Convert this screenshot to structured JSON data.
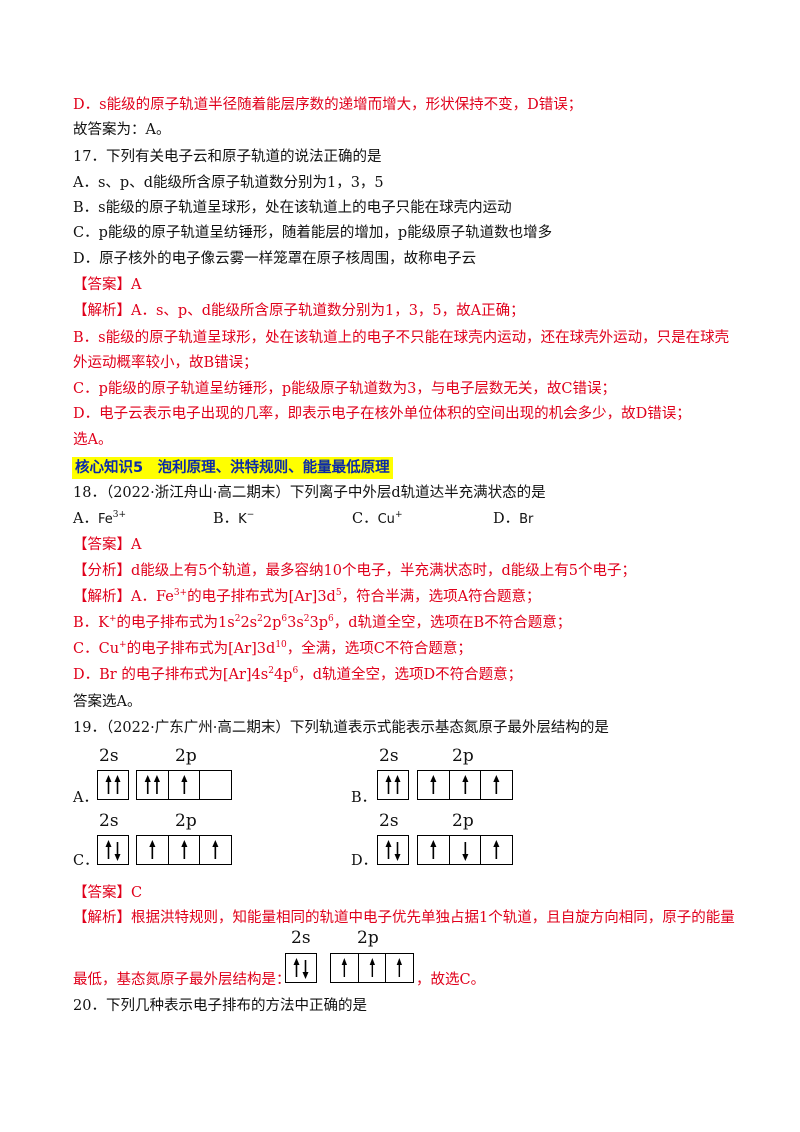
{
  "top": {
    "d_line": "D．s能级的原子轨道半径随着能层序数的递增而增大，形状保持不变，D错误；",
    "answer_line": "故答案为：A。"
  },
  "q17": {
    "stem": "17．下列有关电子云和原子轨道的说法正确的是",
    "a": "A．s、p、d能级所含原子轨道数分别为1，3，5",
    "b": "B．s能级的原子轨道呈球形，处在该轨道上的电子只能在球壳内运动",
    "c": "C．p能级的原子轨道呈纺锤形，随着能层的增加，p能级原子轨道数也增多",
    "d": "D．原子核外的电子像云雾一样笼罩在原子核周围，故称电子云",
    "answer": "【答案】A",
    "exp1": "【解析】A．s、p、d能级所含原子轨道数分别为1，3，5，故A正确；",
    "exp2": "B．s能级的原子轨道呈球形，处在该轨道上的电子不只能在球壳内运动，还在球壳外运动，只是在球壳外运动概率较小，故B错误；",
    "exp3": "C．p能级的原子轨道呈纺锤形，p能级原子轨道数为3，与电子层数无关，故C错误；",
    "exp4": "D．电子云表示电子出现的几率，即表示电子在核外单位体积的空间出现的机会多少，故D错误；",
    "exp5": "选A。"
  },
  "section": "核心知识5　泡利原理、洪特规则、能量最低原理",
  "q18": {
    "stem": "18．（2022·浙江舟山·高二期末）下列离子中外层d轨道达半充满状态的是",
    "opt_a_label": "A．",
    "opt_a_ion": "Fe",
    "opt_a_charge": "3+",
    "opt_b_label": "B．",
    "opt_b_ion": "K",
    "opt_b_charge": "−",
    "opt_c_label": "C．",
    "opt_c_ion": "Cu",
    "opt_c_charge": "+",
    "opt_d_label": "D．",
    "opt_d_ion": "Br",
    "answer": "【答案】A",
    "analysis": "【分析】d能级上有5个轨道，最多容纳10个电子，半充满状态时，d能级上有5个电子；",
    "exp_a_pre": "【解析】A．Fe",
    "exp_a_sup": "3+",
    "exp_a_mid": "的电子排布式为[Ar]3d",
    "exp_a_sup2": "5",
    "exp_a_post": "，符合半满，选项A符合题意；",
    "exp_b_pre": "B．K",
    "exp_b_sup": "+",
    "exp_b_mid": "的电子排布式为1s",
    "exp_b_c1": "2",
    "exp_b_t1": "2s",
    "exp_b_c2": "2",
    "exp_b_t2": "2p",
    "exp_b_c3": "6",
    "exp_b_t3": "3s",
    "exp_b_c4": "2",
    "exp_b_t4": "3p",
    "exp_b_c5": "6",
    "exp_b_post": "，d轨道全空，选项在B不符合题意；",
    "exp_c_pre": "C．Cu",
    "exp_c_sup": "+",
    "exp_c_mid": "的电子排布式为[Ar]3d",
    "exp_c_sup2": "10",
    "exp_c_post": "，全满，选项C不符合题意；",
    "exp_d_pre": "D．Br",
    "exp_d_mid": "的电子排布式为[Ar]4s",
    "exp_d_c1": "2",
    "exp_d_t1": "4p",
    "exp_d_c2": "6",
    "exp_d_post": "，d轨道全空，选项D不符合题意；",
    "final": "答案选A。"
  },
  "q19": {
    "stem": "19．（2022·广东广州·高二期末）下列轨道表示式能表示基态氮原子最外层结构的是",
    "label_2s": "2s",
    "label_2p": "2p",
    "opt_a": "A．",
    "opt_b": "B．",
    "opt_c": "C．",
    "opt_d": "D．",
    "answer": "【答案】C",
    "exp_line1": "【解析】根据洪特规则，知能量相同的轨道中电子优先单独占据1个轨道，且自旋方向相同，原子的能量",
    "exp_line2_pre": "最低，基态氮原子最外层结构是：",
    "exp_line2_post": "，故选C。"
  },
  "q20": {
    "stem": "20．下列几种表示电子排布的方法中正确的是"
  }
}
